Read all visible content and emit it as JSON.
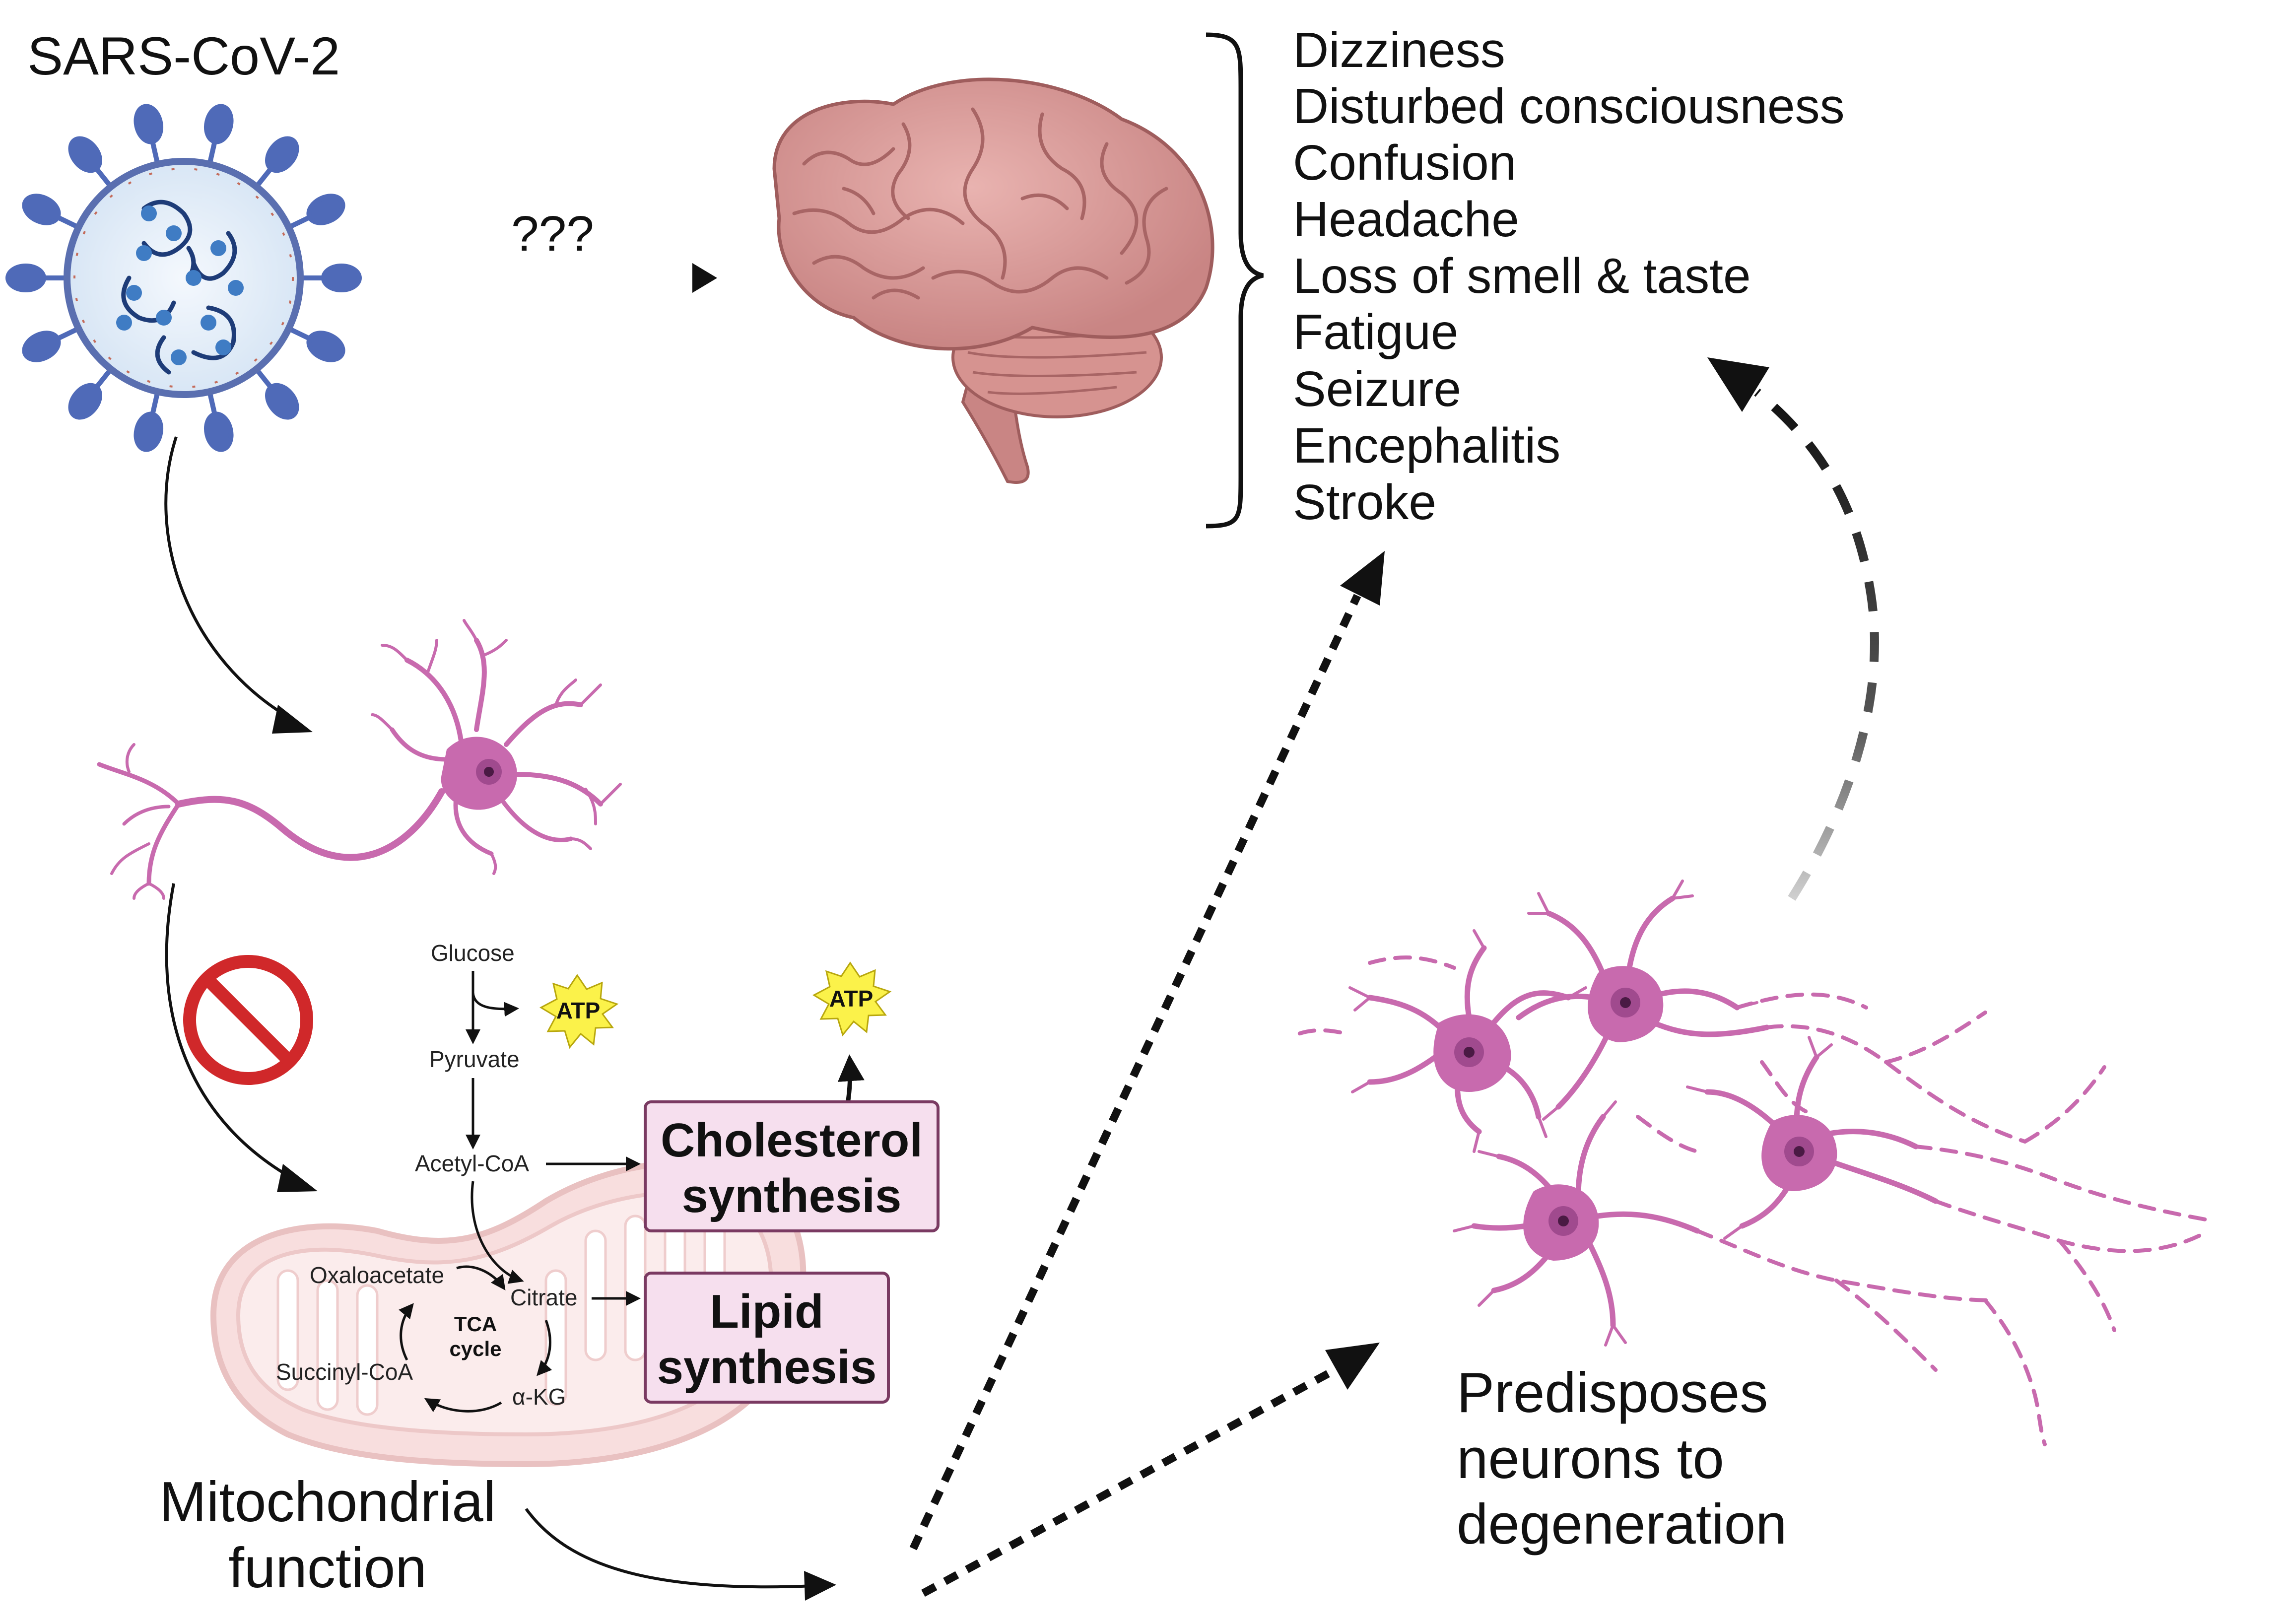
{
  "virus_label": "SARS-CoV-2",
  "unknown_link": "???",
  "symptoms": [
    "Dizziness",
    "Disturbed consciousness",
    "Confusion",
    "Headache",
    "Loss of smell & taste",
    "Fatigue",
    "Seizure",
    "Encephalitis",
    "Stroke"
  ],
  "metabolism": {
    "glucose": "Glucose",
    "pyruvate": "Pyruvate",
    "acetyl_coa": "Acetyl-CoA",
    "citrate": "Citrate",
    "oxaloacetate": "Oxaloacetate",
    "succinyl_coa": "Succinyl-CoA",
    "alpha_kg": "α-KG",
    "tca_line1": "TCA",
    "tca_line2": "cycle",
    "atp": "ATP"
  },
  "boxes": {
    "cholesterol_line1": "Cholesterol",
    "cholesterol_line2": "synthesis",
    "lipid_line1": "Lipid",
    "lipid_line2": "synthesis"
  },
  "mitochondria_label": {
    "line1": "Mitochondrial",
    "line2": "function"
  },
  "outcome_label": {
    "line1": "Predisposes",
    "line2": "neurons to",
    "line3": "degeneration"
  },
  "colors": {
    "neuron": "#c86aae",
    "neuron_dark": "#a04a8e",
    "brain": "#d99a9a",
    "virus_spike": "#4f6ab8",
    "mito_fill": "#f7dada",
    "box_fill": "#f6dfee",
    "atp_star": "#fbf24a",
    "stop_sign": "#d0282a"
  }
}
